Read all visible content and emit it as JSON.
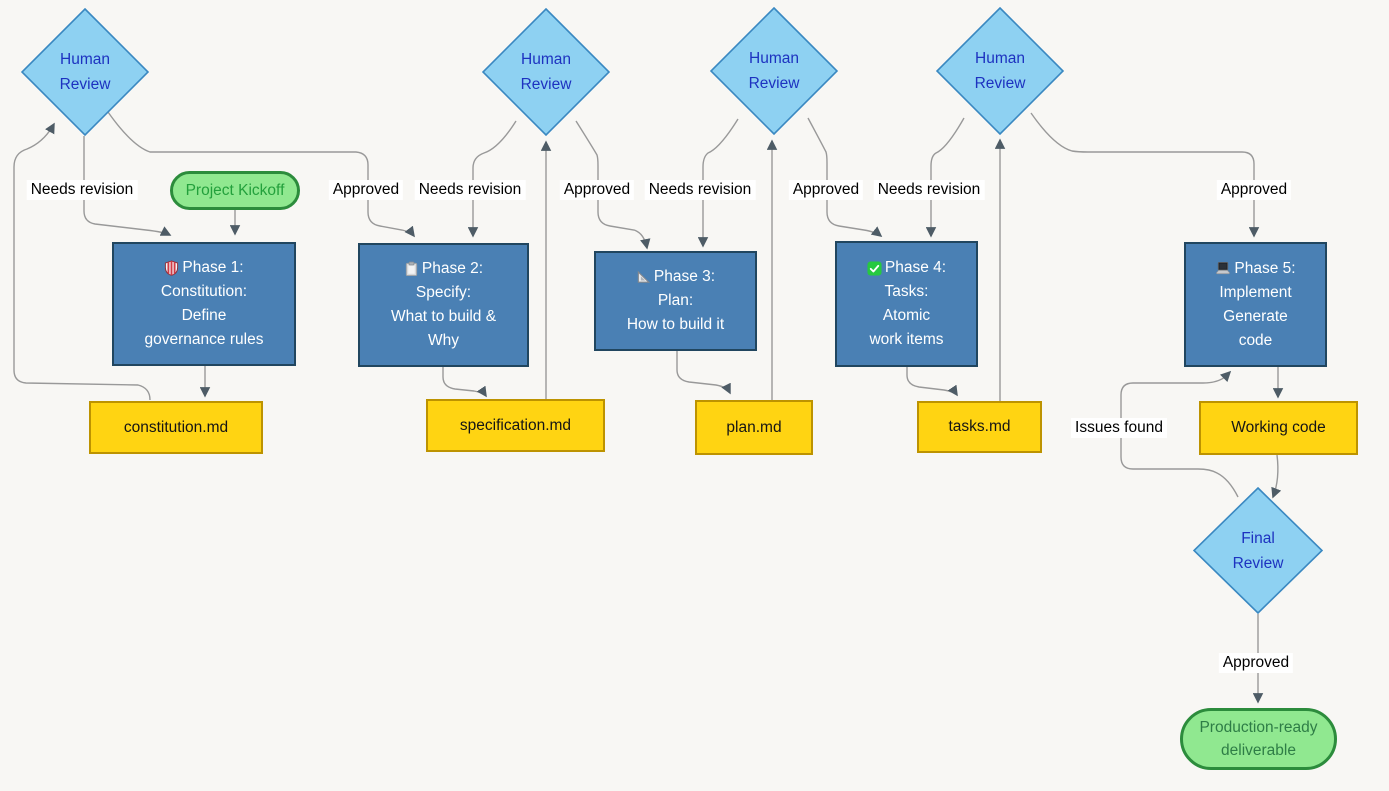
{
  "diagram": {
    "title": "Spec-driven development workflow flowchart",
    "colors": {
      "background": "#f8f7f4",
      "review_fill": "#8ed1f2",
      "review_border": "#3a88c1",
      "review_text": "#1d32c0",
      "phase_fill": "#4a80b4",
      "phase_border": "#21465f",
      "phase_text": "#ffffff",
      "artifact_fill": "#ffd412",
      "artifact_border": "#bd9300",
      "artifact_text": "#151515",
      "milestone_fill": "#90e890",
      "milestone_border": "#2c8c3c",
      "milestone_text_start": "#23a03c",
      "milestone_text_end": "#2e7d46",
      "edge_line": "#999999",
      "edge_arrow": "#4e5c66",
      "label_bg": "#ffffff",
      "label_text": "#000000"
    },
    "start": {
      "label": "Project Kickoff"
    },
    "end": {
      "lines": [
        "Production-ready",
        "deliverable"
      ]
    },
    "reviews": [
      {
        "lines": [
          "Human",
          "Review"
        ]
      },
      {
        "lines": [
          "Human",
          "Review"
        ]
      },
      {
        "lines": [
          "Human",
          "Review"
        ]
      },
      {
        "lines": [
          "Human",
          "Review"
        ]
      },
      {
        "lines": [
          "Final",
          "Review"
        ]
      }
    ],
    "phases": [
      {
        "icon": "shield-icon",
        "lines": [
          "Phase 1:",
          "Constitution:",
          "Define",
          "governance rules"
        ]
      },
      {
        "icon": "clipboard-icon",
        "lines": [
          "Phase 2:",
          "Specify:",
          "What to build &",
          "Why"
        ]
      },
      {
        "icon": "triangular-ruler-icon",
        "lines": [
          "Phase 3:",
          "Plan:",
          "How to build it"
        ]
      },
      {
        "icon": "check-mark-icon",
        "lines": [
          "Phase 4:",
          "Tasks:",
          "Atomic",
          "work items"
        ]
      },
      {
        "icon": "laptop-icon",
        "lines": [
          "Phase 5:",
          "Implement",
          "Generate",
          "code"
        ]
      }
    ],
    "artifacts": [
      {
        "label": "constitution.md"
      },
      {
        "label": "specification.md"
      },
      {
        "label": "plan.md"
      },
      {
        "label": "tasks.md"
      },
      {
        "label": "Working code"
      }
    ],
    "edge_labels": {
      "approved": "Approved",
      "needs_revision": "Needs revision",
      "issues_found": "Issues found"
    },
    "edges": [
      {
        "from": "project-kickoff",
        "to": "phase-1",
        "label": ""
      },
      {
        "from": "phase-1",
        "to": "constitution.md",
        "label": ""
      },
      {
        "from": "constitution.md",
        "to": "human-review-1",
        "label": ""
      },
      {
        "from": "human-review-1",
        "to": "phase-1",
        "label": "Needs revision"
      },
      {
        "from": "human-review-1",
        "to": "phase-2",
        "label": "Approved"
      },
      {
        "from": "phase-2",
        "to": "specification.md",
        "label": ""
      },
      {
        "from": "specification.md",
        "to": "human-review-2",
        "label": ""
      },
      {
        "from": "human-review-2",
        "to": "phase-2",
        "label": "Needs revision"
      },
      {
        "from": "human-review-2",
        "to": "phase-3",
        "label": "Approved"
      },
      {
        "from": "phase-3",
        "to": "plan.md",
        "label": ""
      },
      {
        "from": "plan.md",
        "to": "human-review-3",
        "label": ""
      },
      {
        "from": "human-review-3",
        "to": "phase-3",
        "label": "Needs revision"
      },
      {
        "from": "human-review-3",
        "to": "phase-4",
        "label": "Approved"
      },
      {
        "from": "phase-4",
        "to": "tasks.md",
        "label": ""
      },
      {
        "from": "tasks.md",
        "to": "human-review-4",
        "label": ""
      },
      {
        "from": "human-review-4",
        "to": "phase-4",
        "label": "Needs revision"
      },
      {
        "from": "human-review-4",
        "to": "phase-5",
        "label": "Approved"
      },
      {
        "from": "phase-5",
        "to": "working-code",
        "label": ""
      },
      {
        "from": "working-code",
        "to": "final-review",
        "label": ""
      },
      {
        "from": "final-review",
        "to": "phase-5",
        "label": "Issues found"
      },
      {
        "from": "final-review",
        "to": "production-ready-deliverable",
        "label": "Approved"
      }
    ]
  }
}
